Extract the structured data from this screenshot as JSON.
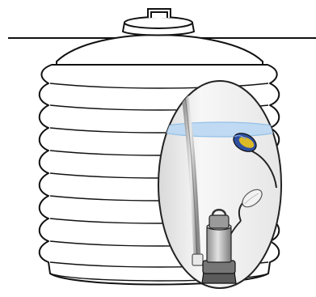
{
  "diagram": {
    "subject": "water-storage-tank-with-submersible-pump",
    "components": [
      {
        "id": "tank",
        "icon": "tank-icon"
      },
      {
        "id": "tank-lid",
        "icon": "lid-icon"
      },
      {
        "id": "lid-handle",
        "icon": "handle-icon"
      },
      {
        "id": "ground-line",
        "icon": "ground-line-icon"
      },
      {
        "id": "cutaway-view",
        "icon": "cutaway-icon"
      },
      {
        "id": "water-surface",
        "icon": "water-surface-icon"
      },
      {
        "id": "discharge-pipe",
        "icon": "pipe-icon"
      },
      {
        "id": "float-switch",
        "icon": "float-switch-icon"
      },
      {
        "id": "power-cable",
        "icon": "cable-icon"
      },
      {
        "id": "submersible-pump",
        "icon": "pump-icon"
      }
    ],
    "colors": {
      "outline": "#111111",
      "tank_fill": "#ffffff",
      "cutaway_fill": "#f4f4f4",
      "water_surface": "#bcd9f2",
      "pipe": "#d6d6d6",
      "pump_body": "#bdbdbd",
      "pump_base": "#5b5b5b",
      "float_switch": "#f0c419",
      "float_switch_cap": "#2f4f9e"
    }
  }
}
